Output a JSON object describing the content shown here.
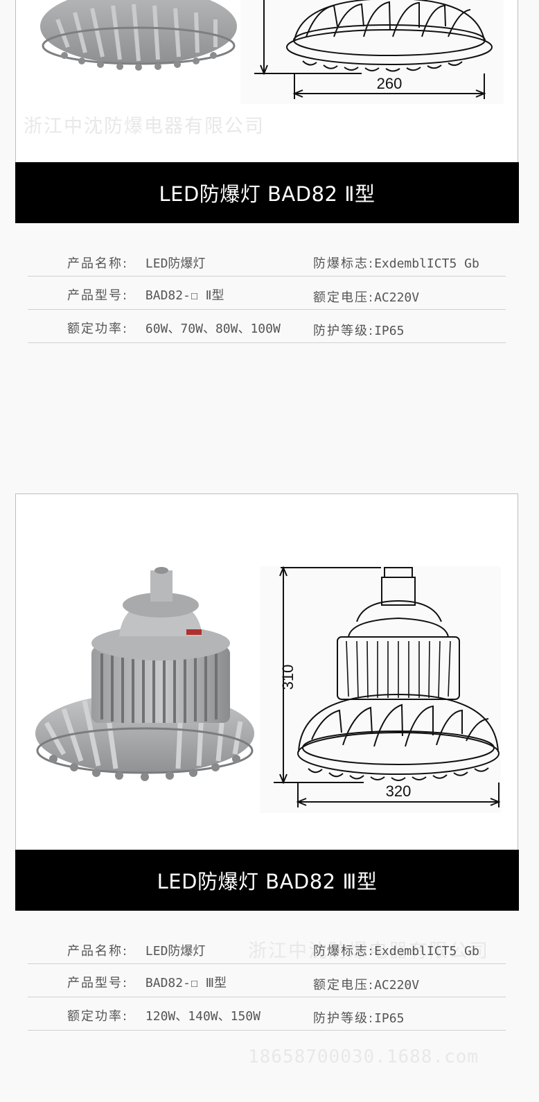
{
  "watermark_text": "浙江中沈防爆电器有限公司",
  "watermark_phone": "18658700030.1688.com",
  "product1": {
    "dimension_width": "260",
    "banner_title": "LED防爆灯 BAD82 Ⅱ型",
    "specs": {
      "name_label": "产品名称:",
      "name_value": "LED防爆灯",
      "mark_label": "防爆标志:",
      "mark_value": "ExdemblICT5 Gb",
      "model_label": "产品型号:",
      "model_value": "BAD82-☐ Ⅱ型",
      "voltage_label": "额定电压:",
      "voltage_value": "AC220V",
      "power_label": "额定功率:",
      "power_value": "60W、70W、80W、100W",
      "protection_label": "防护等级:",
      "protection_value": "IP65"
    }
  },
  "product2": {
    "dimension_height": "310",
    "dimension_width": "320",
    "banner_title": "LED防爆灯 BAD82  Ⅲ型",
    "specs": {
      "name_label": "产品名称:",
      "name_value": "LED防爆灯",
      "mark_label": "防爆标志:",
      "mark_value": "ExdemblICT5 Gb",
      "model_label": "产品型号:",
      "model_value": "BAD82-☐ Ⅲ型",
      "voltage_label": "额定电压:",
      "voltage_value": "AC220V",
      "power_label": "额定功率:",
      "power_value": "120W、140W、150W",
      "protection_label": "防护等级:",
      "protection_value": "IP65"
    }
  },
  "colors": {
    "banner_bg": "#000000",
    "banner_text": "#ffffff",
    "lamp_body": "#a9abad",
    "page_bg": "#f9f9f9"
  }
}
